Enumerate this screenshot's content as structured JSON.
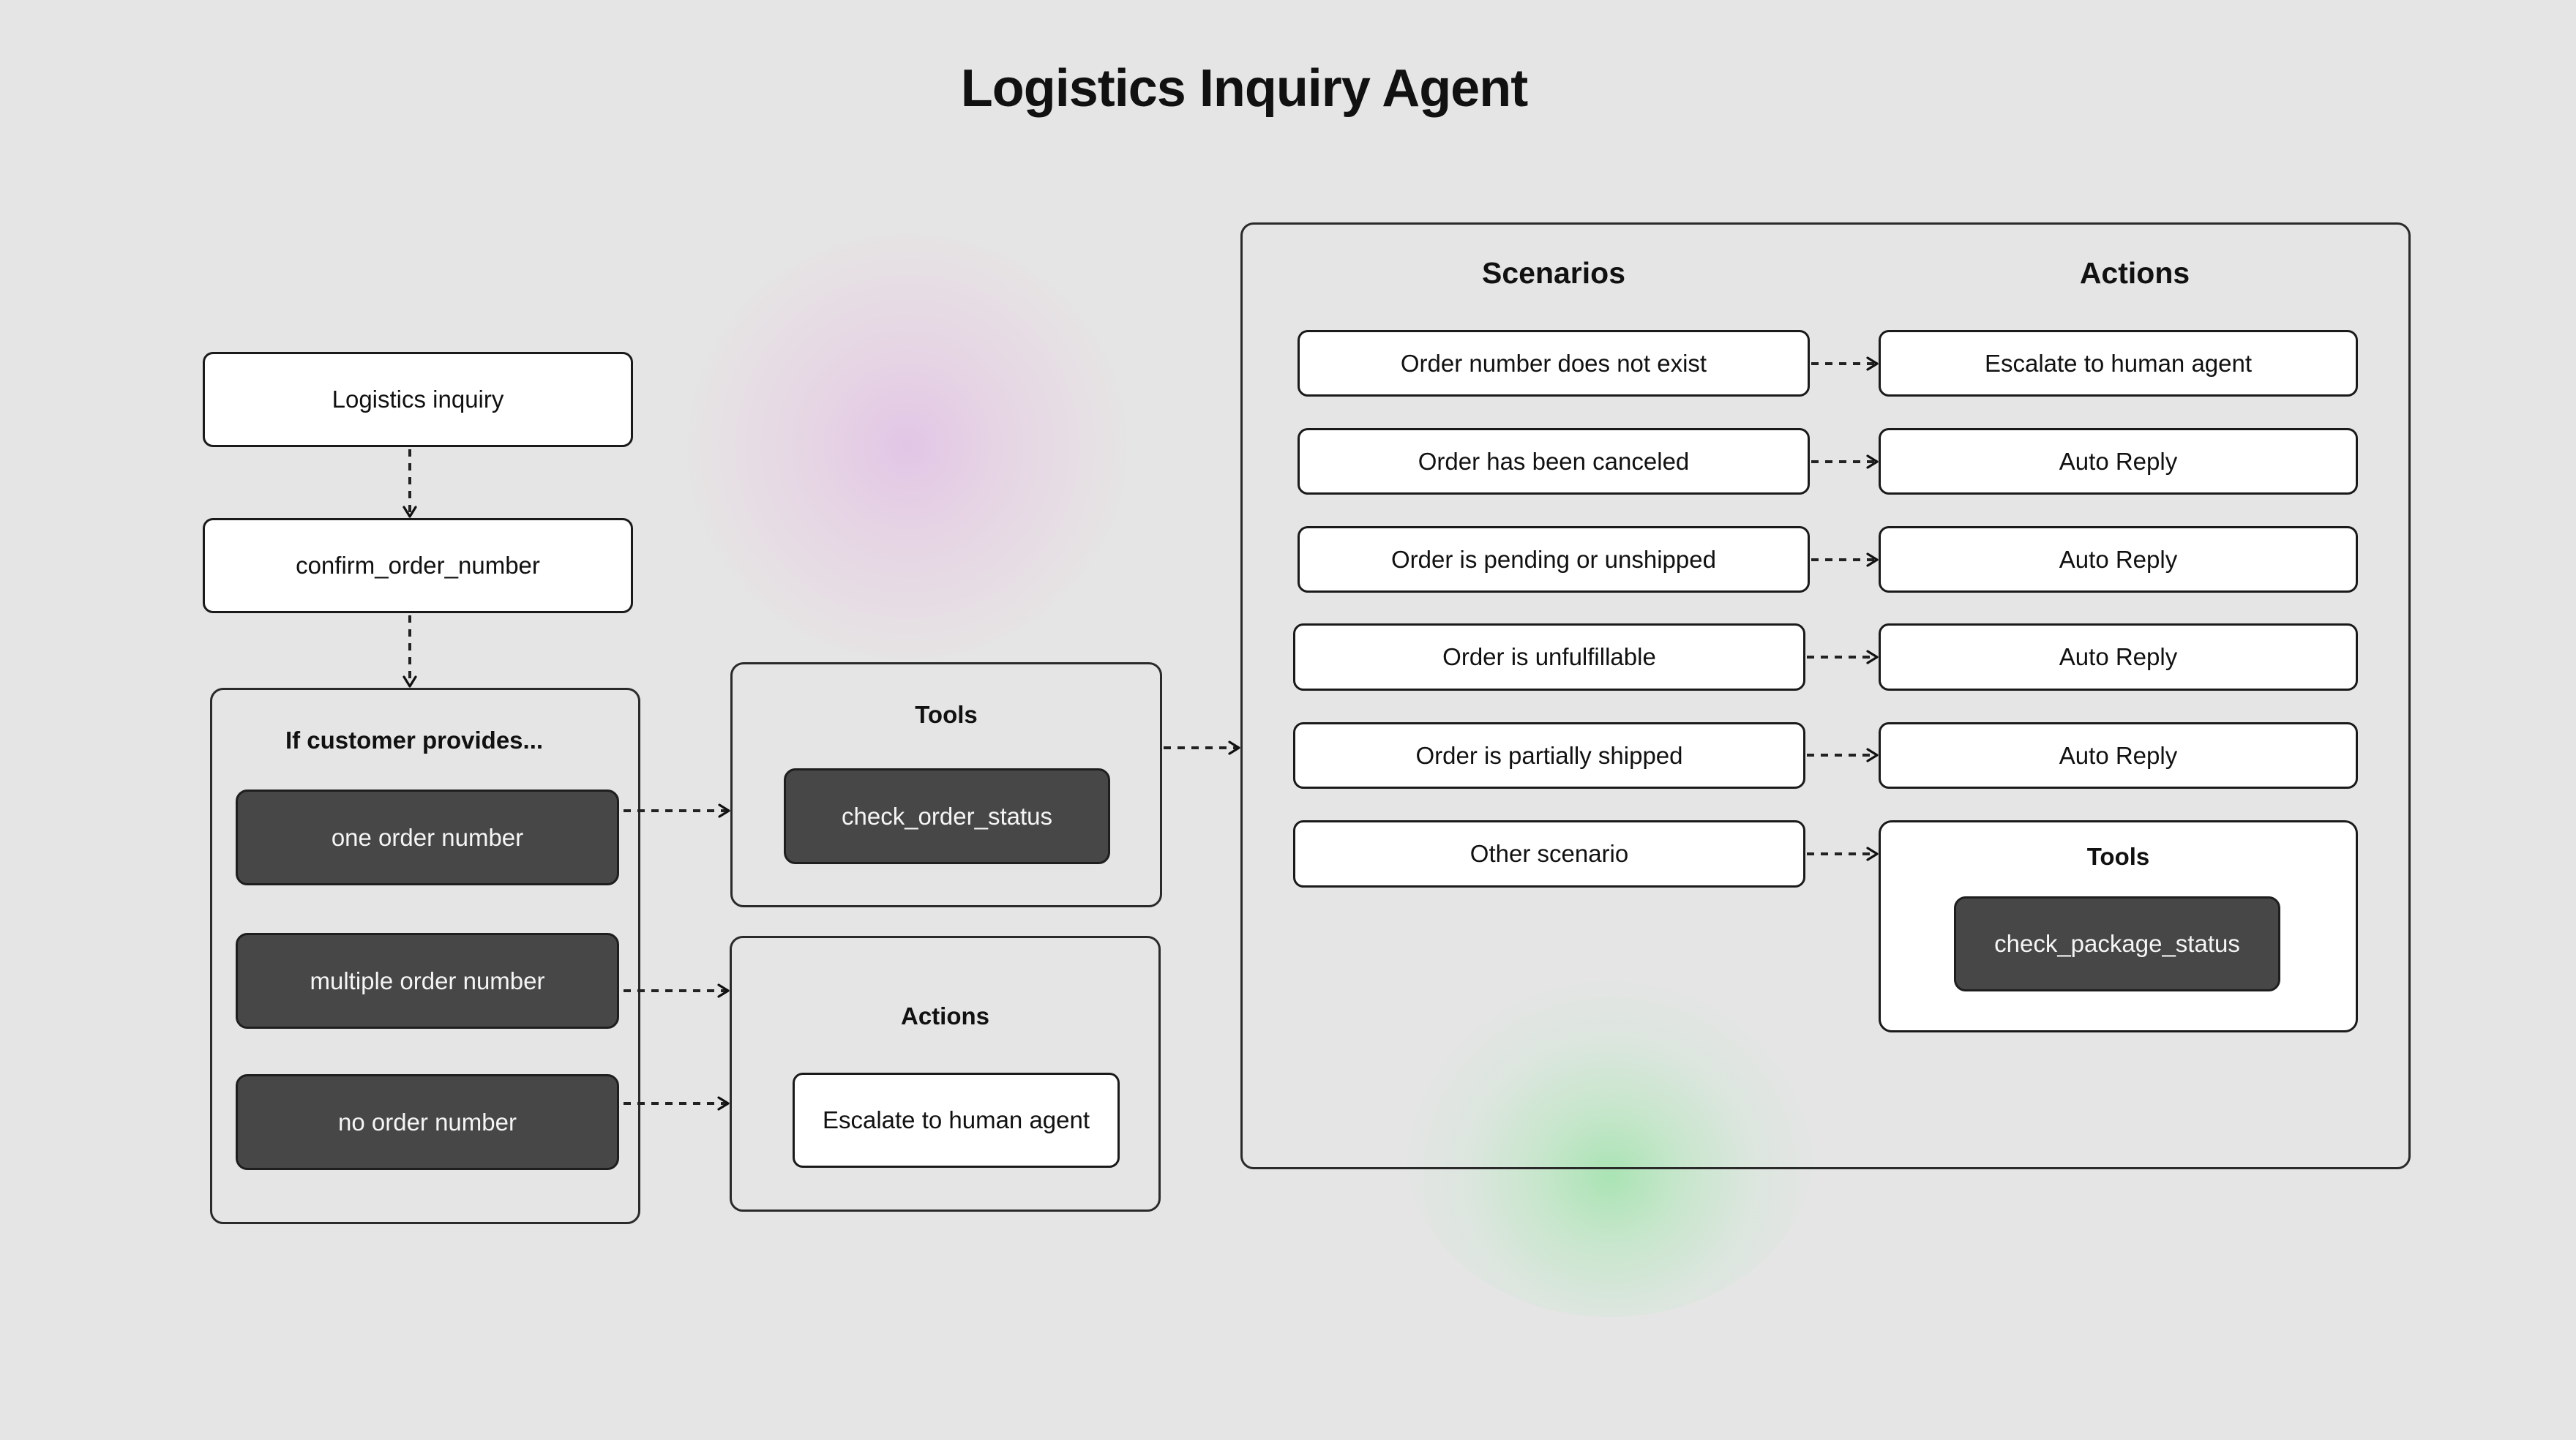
{
  "title": "Logistics Inquiry Agent",
  "flow": {
    "start": "Logistics inquiry",
    "confirm": "confirm_order_number"
  },
  "customer_group": {
    "title": "If customer provides...",
    "options": [
      "one order number",
      "multiple order number",
      "no order number"
    ]
  },
  "tools_group": {
    "title": "Tools",
    "tool": "check_order_status"
  },
  "actions_group": {
    "title": "Actions",
    "action": "Escalate to human agent"
  },
  "scenarios_panel": {
    "scenarios_title": "Scenarios",
    "actions_title": "Actions",
    "rows": [
      {
        "scenario": "Order number does not exist",
        "action": "Escalate to human agent"
      },
      {
        "scenario": "Order has been canceled",
        "action": "Auto Reply"
      },
      {
        "scenario": "Order is pending or unshipped",
        "action": "Auto Reply"
      },
      {
        "scenario": "Order is unfulfillable",
        "action": "Auto Reply"
      },
      {
        "scenario": "Order is partially shipped",
        "action": "Auto Reply"
      },
      {
        "scenario": "Other scenario",
        "action": null
      }
    ],
    "other_tools": {
      "title": "Tools",
      "tool": "check_package_status"
    }
  },
  "colors": {
    "background": "#e5e5e5",
    "dark_node": "#474747",
    "light_node": "#ffffff",
    "glow_pink": "#e2c4e6",
    "glow_green": "#aae4b4"
  }
}
